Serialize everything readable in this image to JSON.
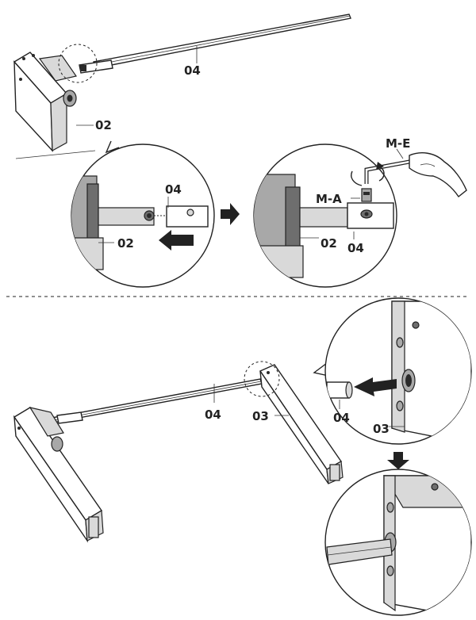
{
  "labels": {
    "rod": "04",
    "leg_left": "02",
    "leg_right": "03",
    "screw": "M-A",
    "hex_key": "M-E"
  },
  "colors": {
    "ink": "#222222",
    "light_gray": "#d9d9d9",
    "mid_gray": "#a8a8a8",
    "dark_gray": "#6e6e6e",
    "background": "#ffffff"
  },
  "icons": {
    "push_arrow": "arrow-left-icon",
    "next_step_arrow": "arrow-right-icon",
    "down_arrow": "arrow-down-icon",
    "rotate": "rotate-arrow-icon"
  }
}
